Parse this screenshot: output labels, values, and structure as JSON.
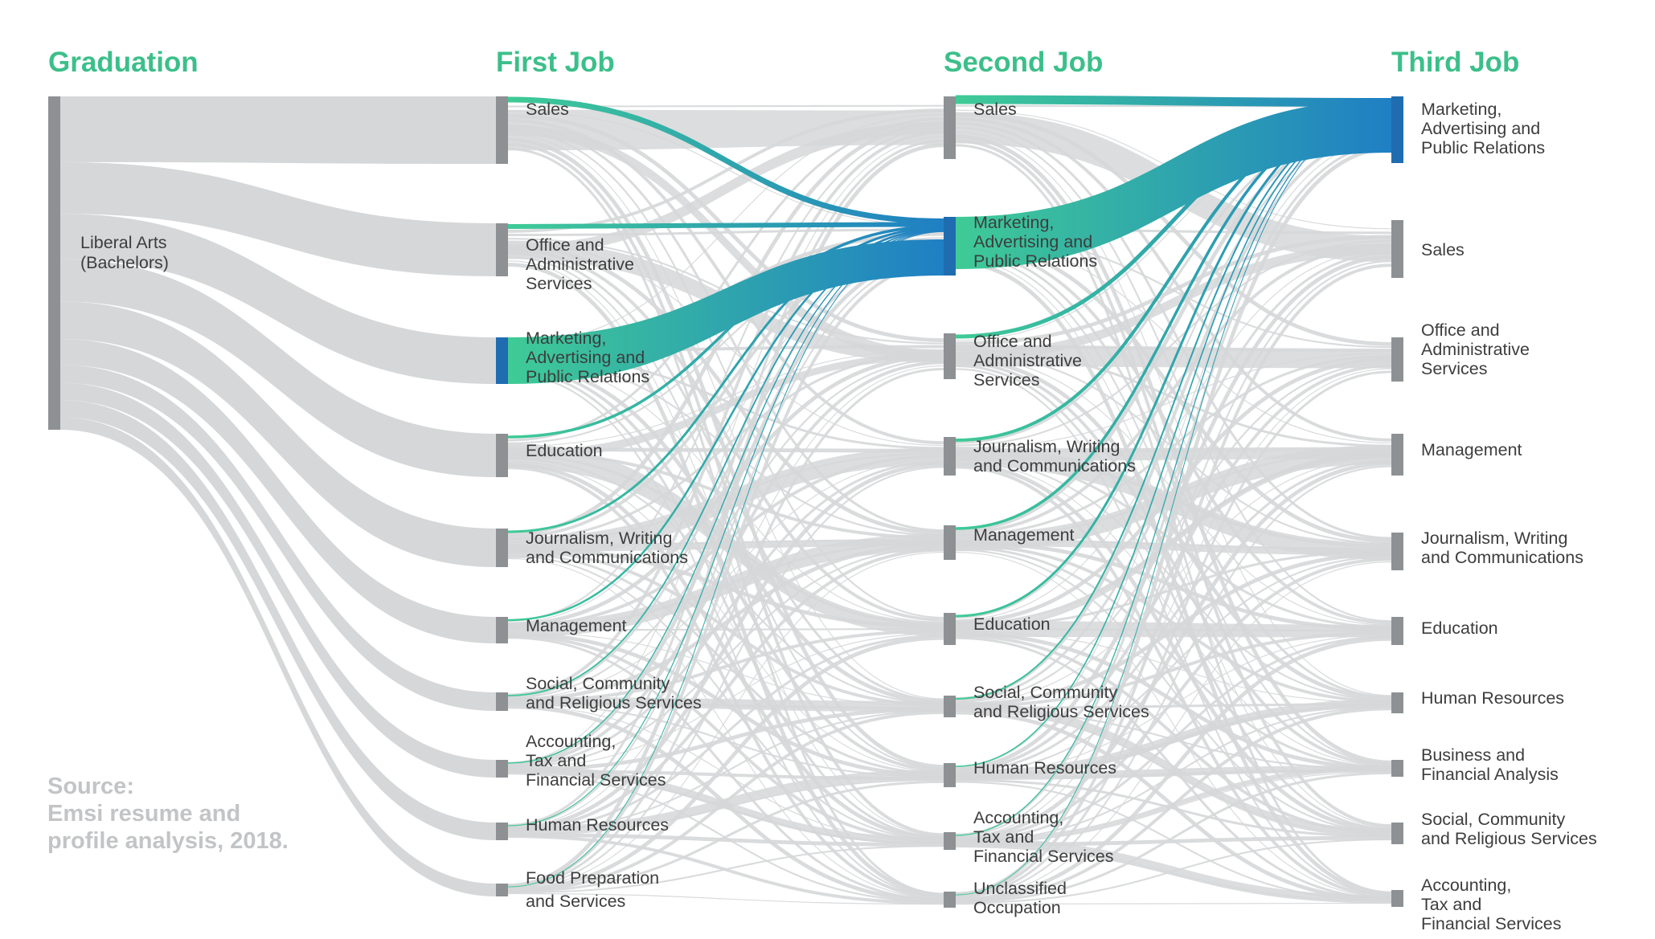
{
  "colors": {
    "title_green": "#3cbf8a",
    "flow_gray": "#d5d7d8",
    "node_gray": "#8d9194",
    "node_blue": "#1f6db0",
    "hl_green": "#3fcb96",
    "hl_blue": "#1f7fc4",
    "label": "#3d3d3d",
    "source_gray": "#c2c4c6"
  },
  "columns": [
    "Graduation",
    "First Job",
    "Second Job",
    "Third Job"
  ],
  "source": {
    "label": "Source:",
    "lines": [
      "Emsi resume and",
      "profile analysis, 2018."
    ]
  },
  "nodes": [
    {
      "id": "grad",
      "col": 0,
      "label": [
        "Liberal Arts",
        "(Bachelors)"
      ]
    },
    {
      "id": "f_sales",
      "col": 1,
      "label": [
        "Sales"
      ]
    },
    {
      "id": "f_office",
      "col": 1,
      "label": [
        "Office and",
        "Administrative",
        "Services"
      ]
    },
    {
      "id": "f_mkt",
      "col": 1,
      "label": [
        "Marketing,",
        "Advertising and",
        "Public Relations"
      ],
      "focus": true
    },
    {
      "id": "f_edu",
      "col": 1,
      "label": [
        "Education"
      ]
    },
    {
      "id": "f_jour",
      "col": 1,
      "label": [
        "Journalism, Writing",
        "and Communications"
      ]
    },
    {
      "id": "f_mgmt",
      "col": 1,
      "label": [
        "Management"
      ]
    },
    {
      "id": "f_social",
      "col": 1,
      "label": [
        "Social, Community",
        "and Religious Services"
      ]
    },
    {
      "id": "f_acct",
      "col": 1,
      "label": [
        "Accounting,",
        "Tax and",
        "Financial Services"
      ]
    },
    {
      "id": "f_hr",
      "col": 1,
      "label": [
        "Human Resources"
      ]
    },
    {
      "id": "f_food",
      "col": 1,
      "label": [
        "Food Preparation",
        "and Services"
      ]
    },
    {
      "id": "s_sales",
      "col": 2,
      "label": [
        "Sales"
      ]
    },
    {
      "id": "s_mkt",
      "col": 2,
      "label": [
        "Marketing,",
        "Advertising and",
        "Public Relations"
      ],
      "focus": true
    },
    {
      "id": "s_office",
      "col": 2,
      "label": [
        "Office and",
        "Administrative",
        "Services"
      ]
    },
    {
      "id": "s_jour",
      "col": 2,
      "label": [
        "Journalism, Writing",
        "and Communications"
      ]
    },
    {
      "id": "s_mgmt",
      "col": 2,
      "label": [
        "Management"
      ]
    },
    {
      "id": "s_edu",
      "col": 2,
      "label": [
        "Education"
      ]
    },
    {
      "id": "s_social",
      "col": 2,
      "label": [
        "Social, Community",
        "and Religious Services"
      ]
    },
    {
      "id": "s_hr",
      "col": 2,
      "label": [
        "Human Resources"
      ]
    },
    {
      "id": "s_acct",
      "col": 2,
      "label": [
        "Accounting,",
        "Tax and",
        "Financial Services"
      ]
    },
    {
      "id": "s_uncl",
      "col": 2,
      "label": [
        "Unclassified",
        "Occupation"
      ]
    },
    {
      "id": "t_mkt",
      "col": 3,
      "label": [
        "Marketing,",
        "Advertising and",
        "Public Relations"
      ],
      "focus": true
    },
    {
      "id": "t_sales",
      "col": 3,
      "label": [
        "Sales"
      ]
    },
    {
      "id": "t_office",
      "col": 3,
      "label": [
        "Office and",
        "Administrative",
        "Services"
      ]
    },
    {
      "id": "t_mgmt",
      "col": 3,
      "label": [
        "Management"
      ]
    },
    {
      "id": "t_jour",
      "col": 3,
      "label": [
        "Journalism, Writing",
        "and Communications"
      ]
    },
    {
      "id": "t_edu",
      "col": 3,
      "label": [
        "Education"
      ]
    },
    {
      "id": "t_hr",
      "col": 3,
      "label": [
        "Human Resources"
      ]
    },
    {
      "id": "t_bfa",
      "col": 3,
      "label": [
        "Business and",
        "Financial Analysis"
      ]
    },
    {
      "id": "t_social",
      "col": 3,
      "label": [
        "Social, Community",
        "and Religious Services"
      ]
    },
    {
      "id": "t_acct",
      "col": 3,
      "label": [
        "Accounting,",
        "Tax and",
        "Financial Services"
      ]
    }
  ]
}
